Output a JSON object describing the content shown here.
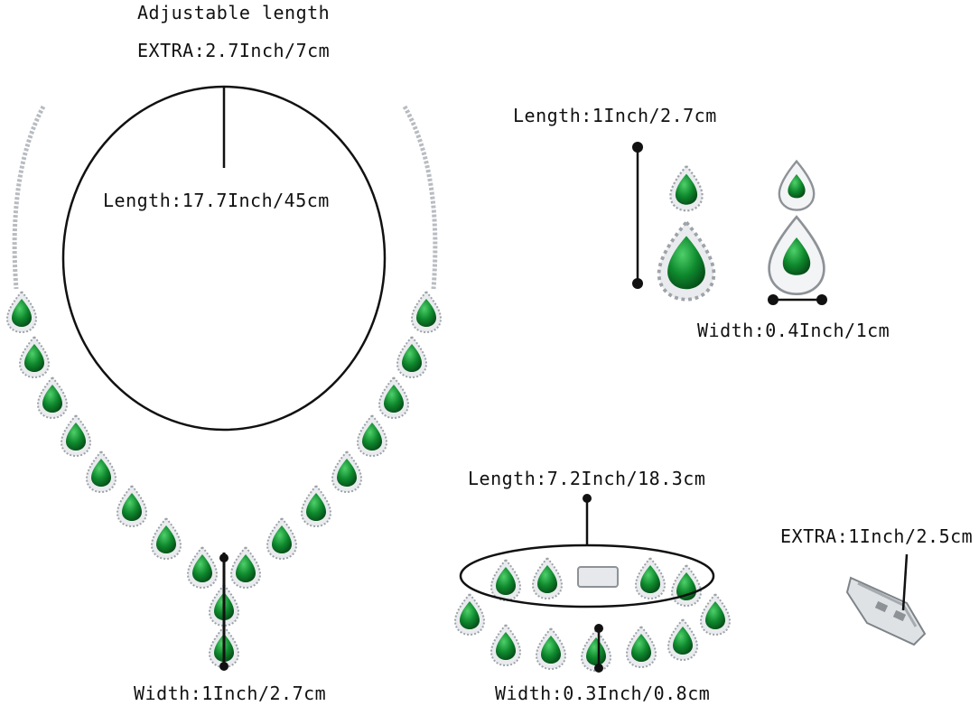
{
  "necklace": {
    "adjustable_label": "Adjustable length",
    "extra_label": "EXTRA:2.7Inch/7cm",
    "length_label": "Length:17.7Inch/45cm",
    "width_label": "Width:1Inch/2.7cm"
  },
  "earrings": {
    "length_label": "Length:1Inch/2.7cm",
    "width_label": "Width:0.4Inch/1cm"
  },
  "bracelet": {
    "length_label": "Length:7.2Inch/18.3cm",
    "width_label": "Width:0.3Inch/0.8cm"
  },
  "clasp": {
    "extra_label": "EXTRA:1Inch/2.5cm"
  },
  "colors": {
    "emerald": "#0f8a2e",
    "emerald_dark": "#075a1c",
    "silver": "#c9ccd0",
    "line": "#111111"
  }
}
